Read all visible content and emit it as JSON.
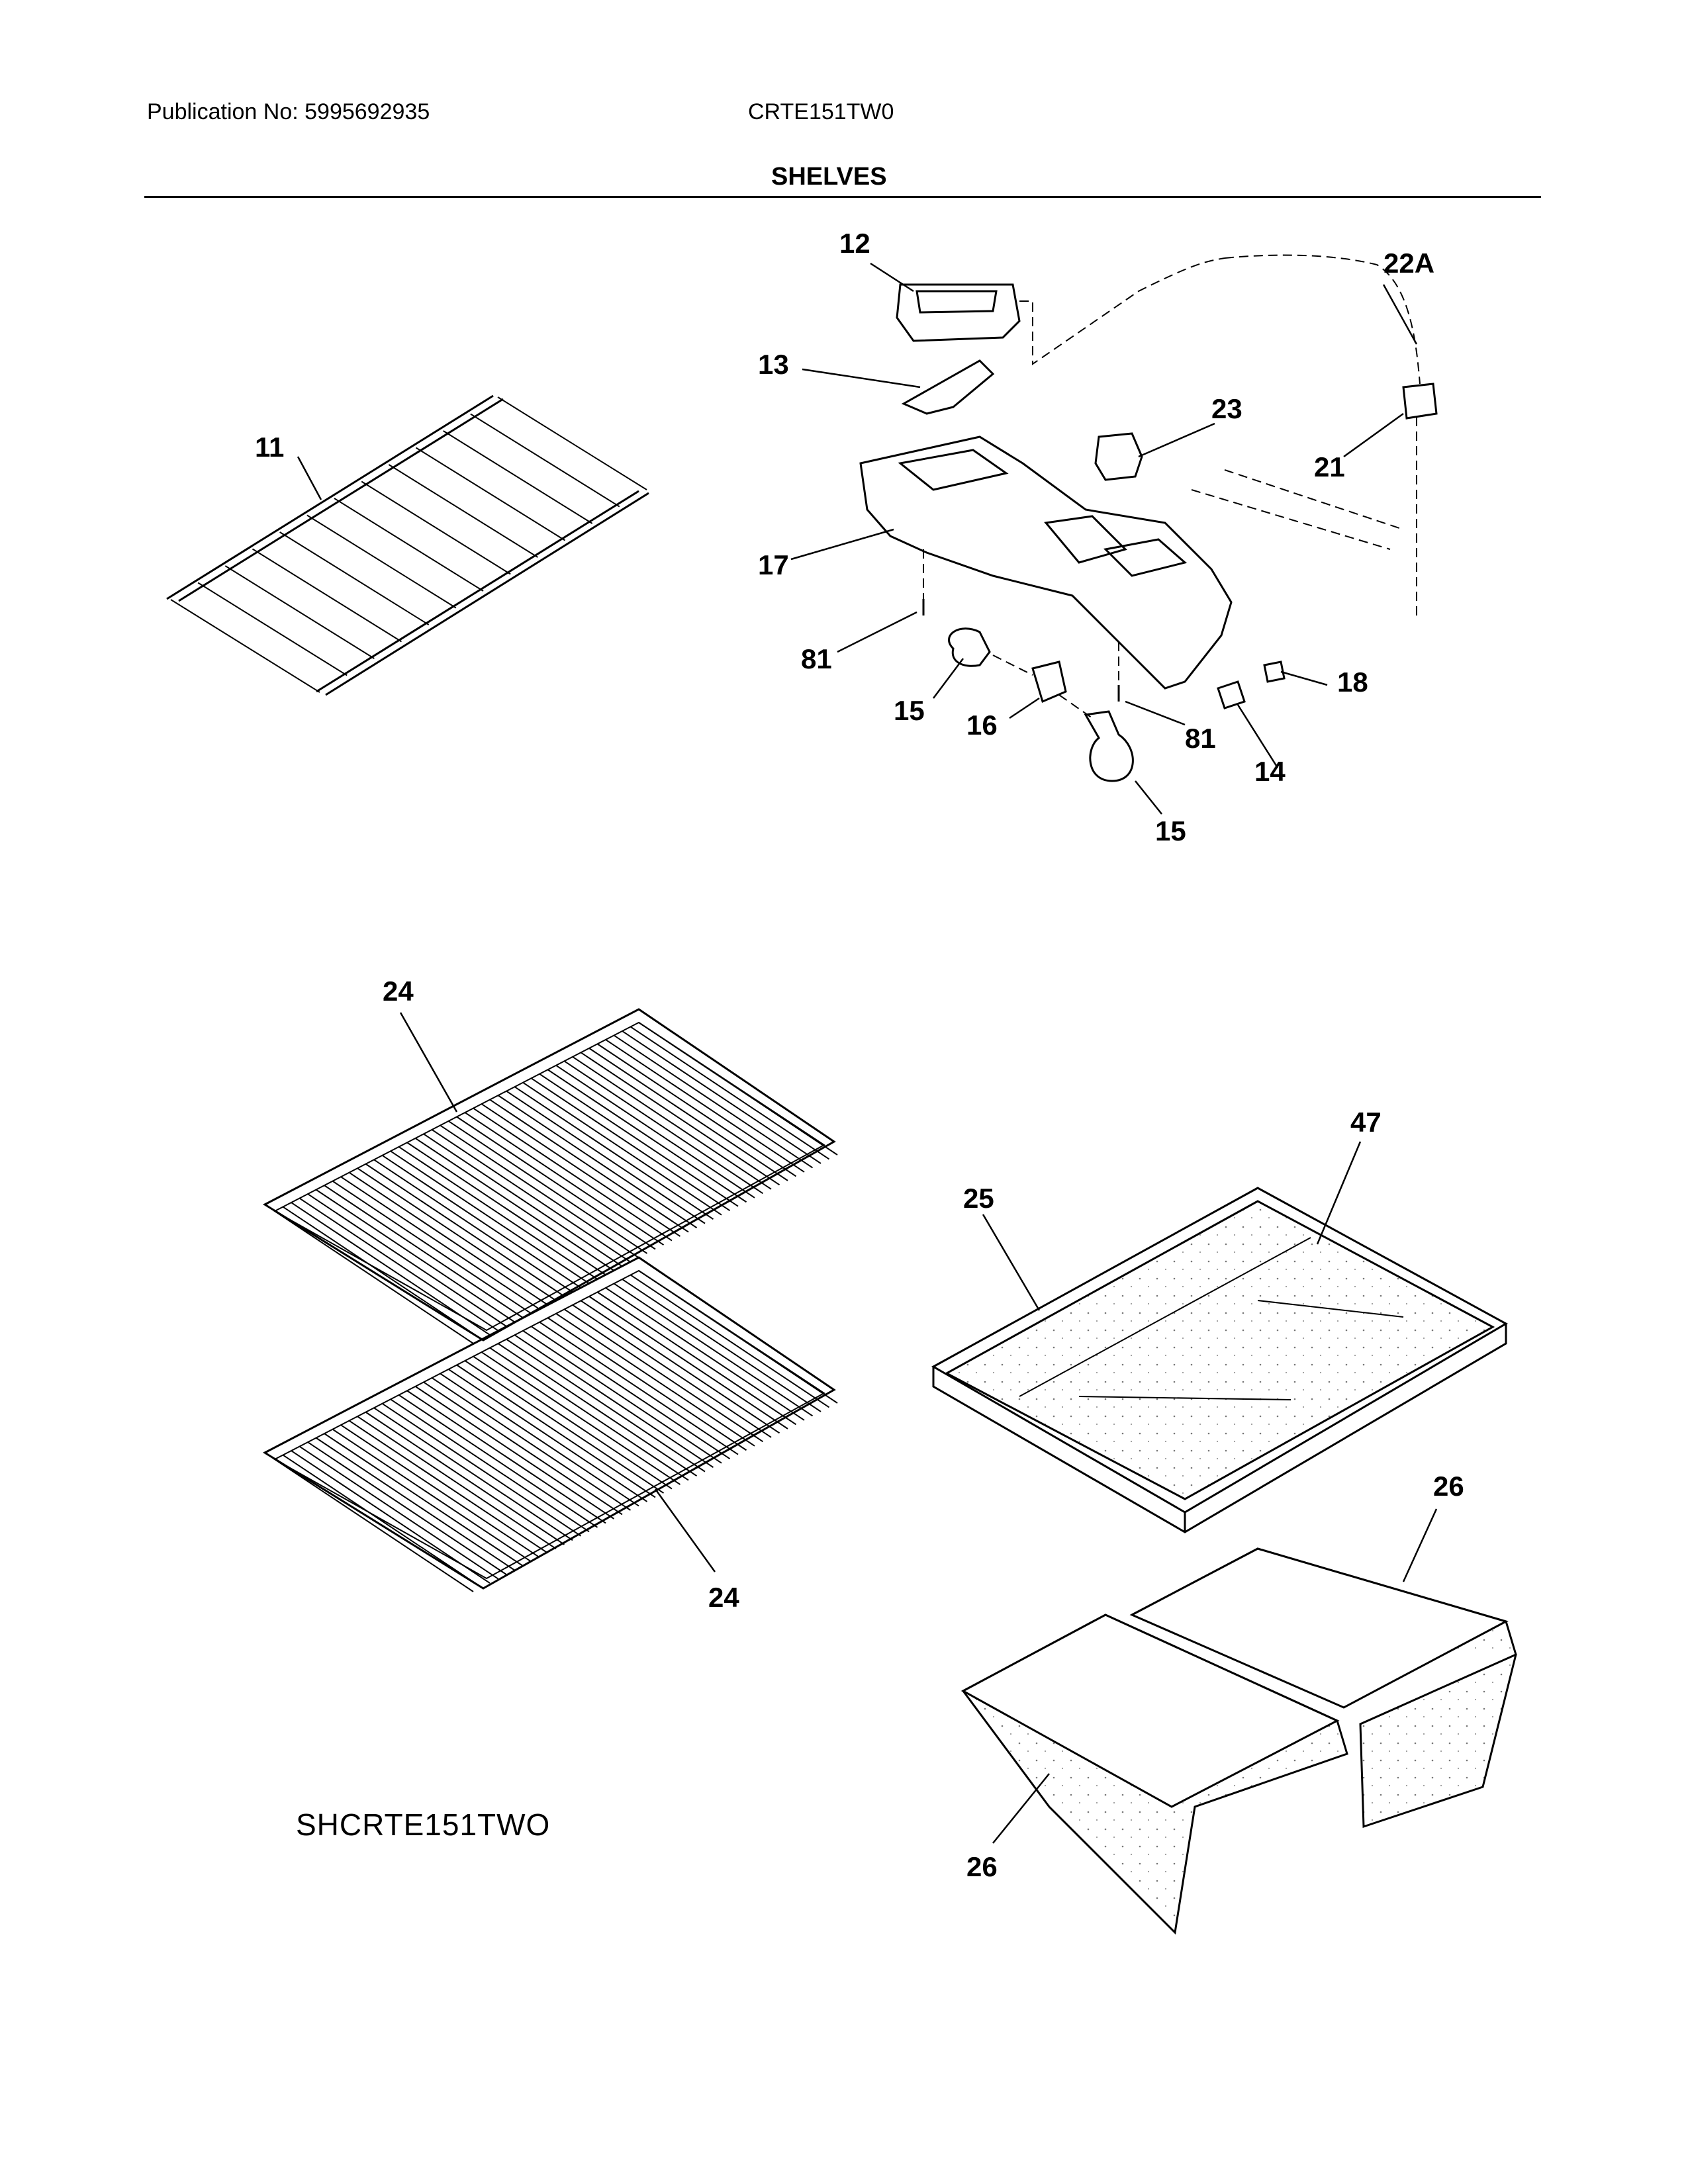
{
  "header": {
    "publication": "Publication No: 5995692935",
    "model": "CRTE151TW0",
    "title": "SHELVES"
  },
  "drawing_code": "SHCRTE151TWO",
  "callouts": {
    "c12": "12",
    "c13": "13",
    "c22a": "22A",
    "c23": "23",
    "c21": "21",
    "c11": "11",
    "c17": "17",
    "c81a": "81",
    "c81b": "81",
    "c18": "18",
    "c15a": "15",
    "c16": "16",
    "c14": "14",
    "c15b": "15",
    "c24a": "24",
    "c24b": "24",
    "c47": "47",
    "c25": "25",
    "c26a": "26",
    "c26b": "26"
  }
}
